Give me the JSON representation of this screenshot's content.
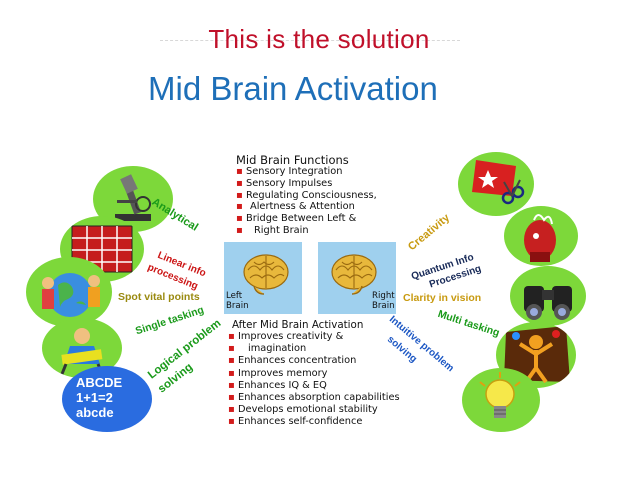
{
  "title": {
    "line1": "This is the solution",
    "line2": "Mid Brain Activation"
  },
  "functions": {
    "title": "Mid Brain Functions",
    "items": [
      "Sensory Integration",
      "Sensory Impulses",
      "Regulating Consciousness,",
      "Alertness & Attention",
      "Bridge Between Left &",
      "Right Brain"
    ]
  },
  "brain": {
    "left_label_1": "Left",
    "left_label_2": "Brain",
    "right_label_1": "Right",
    "right_label_2": "Brain"
  },
  "after": {
    "title": "After Mid Brain Activation",
    "items": [
      "Improves creativity &",
      "imagination",
      "Enhances concentration",
      "Improves memory",
      "Enhances IQ & EQ",
      "Enhances absorption capabilities",
      "Develops emotional stability",
      "Enhances self-confidence"
    ]
  },
  "left_labels": {
    "analytical": "Analytical",
    "linear_1": "Linear info",
    "linear_2": "processing",
    "spot": "Spot vital points",
    "single": "Single tasking",
    "logical_1": "Logical problem",
    "logical_2": "solving"
  },
  "right_labels": {
    "creativity": "Creativity",
    "quantum_1": "Quantum Info",
    "quantum_2": "Processing",
    "clarity": "Clarity in vision",
    "multi": "Multi tasking",
    "intuitive_1": "Intuitive problem",
    "intuitive_2": "solving"
  },
  "abc_card": {
    "line1": "ABCDE",
    "line2": "1+1=2",
    "line3": "abcde"
  },
  "colors": {
    "title_red": "#c0102a",
    "title_blue": "#1e6fb8",
    "icon_green": "#7dd83a",
    "label_green": "#1a9a1a",
    "label_red": "#cc1515",
    "label_blue": "#1c57c4"
  },
  "icons": [
    "microscope-icon",
    "calendar-icon",
    "globe-kids-icon",
    "reading-child-icon",
    "abc-card-icon",
    "star-scissors-icon",
    "head-thought-icon",
    "binoculars-icon",
    "juggler-icon",
    "lightbulb-icon",
    "brain-icon"
  ]
}
